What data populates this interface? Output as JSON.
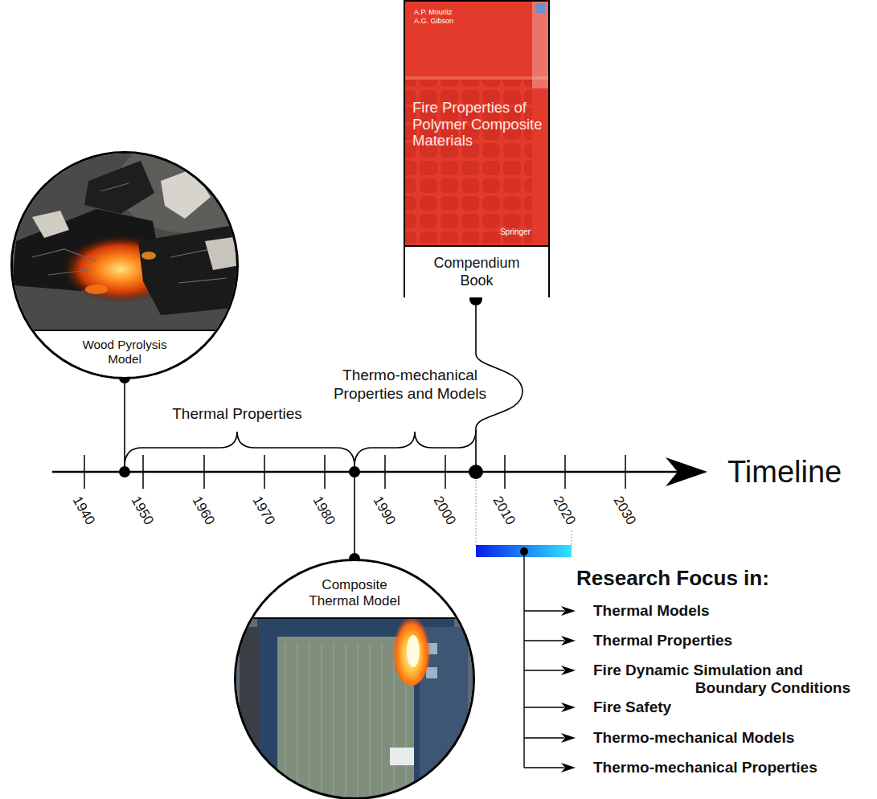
{
  "diagram": {
    "nodes": [
      {
        "text": [
          "A.P. Mouritz",
          "A.G. Gibson",
          "Fire Properties of Polymer Composite Materials",
          "Springer",
          "Compendium Book"
        ]
      },
      {
        "text": [
          "Wood Pyrolysis Model"
        ]
      },
      {
        "text": [
          "Composite Thermal Model"
        ]
      }
    ],
    "labels": [
      "Thermal Properties",
      "Thermo-mechanical Properties and Models",
      "Timeline",
      "1940",
      "1950",
      "1960",
      "1970",
      "1980",
      "1990",
      "2000",
      "2010",
      "2020",
      "2030",
      "Research Focus in:",
      "Thermal Models",
      "Thermal Properties",
      "Fire Dynamic Simulation and Boundary Conditions",
      "Fire Safety",
      "Thermo-mechanical Models",
      "Thermo-mechanical Properties"
    ]
  }
}
